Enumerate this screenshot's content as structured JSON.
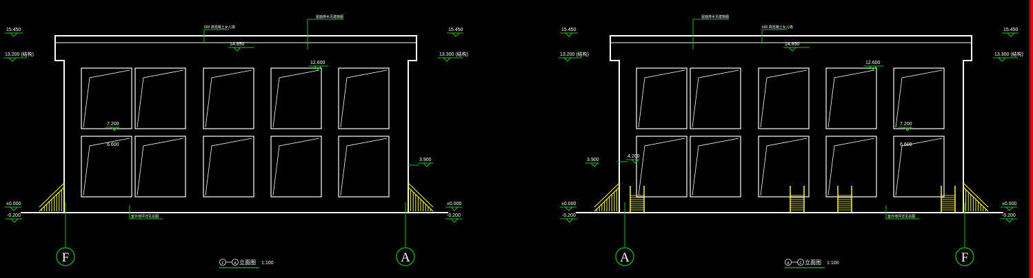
{
  "colors": {
    "background": "#000000",
    "outline": "#ffffff",
    "annotation": "#00cc00",
    "stair": "#ffff00",
    "edge": "#ff0000"
  },
  "drawings": [
    {
      "left_elevation_labels": [
        "15.450",
        "13.200 (结构)",
        "±0.000",
        "-0.200"
      ],
      "right_elevation_labels": [
        "15.450",
        "13.300 (结构)",
        "±0.000",
        "-0.200"
      ],
      "parapet_note": "600 高混凝土女儿墙",
      "roof_note": "屋面排水见建施图",
      "roof_level": "14.850",
      "upper_window_head": "12.600",
      "middle_levels": [
        "7.200",
        "6.600"
      ],
      "right_side_level": "3.900",
      "ground_note": "室外地坪详见总图",
      "axis_left": "F",
      "axis_right": "A",
      "title": "F—A立面图",
      "title_axes": [
        "F",
        "A"
      ],
      "title_suffix": "立面图",
      "scale": "1:100"
    },
    {
      "left_elevation_labels": [
        "15.450",
        "13.200 (结构)",
        "±0.000",
        "-0.200"
      ],
      "right_elevation_labels": [
        "15.450",
        "13.300 (结构)",
        "±0.000",
        "-0.200"
      ],
      "roof_note": "屋面排水见建施图",
      "parapet_note": "600 高混凝土女儿墙",
      "roof_level": "14.850",
      "upper_window_head": "12.600",
      "middle_levels": [
        "7.200",
        "6.600"
      ],
      "left_side_levels": [
        "3.900",
        "4.200"
      ],
      "ground_note": "室外地坪详见总图",
      "axis_left": "A",
      "axis_right": "F",
      "title": "A—F立面图",
      "title_axes": [
        "A",
        "F"
      ],
      "title_suffix": "立面图",
      "scale": "1:100"
    }
  ]
}
